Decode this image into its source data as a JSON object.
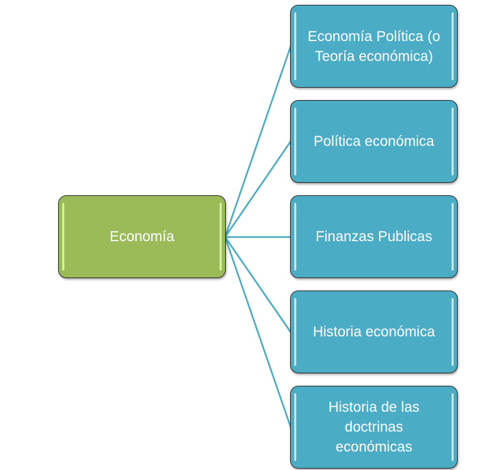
{
  "diagram": {
    "type": "horizontal hierarchy",
    "root": {
      "label": "Economía",
      "color": "#9bbb59"
    },
    "connector_color": "#4bacc6",
    "children": [
      {
        "label": "Economía Política (o Teoría económica)",
        "color": "#4bacc6"
      },
      {
        "label": "Política económica",
        "color": "#4bacc6"
      },
      {
        "label": "Finanzas Publicas",
        "color": "#4bacc6"
      },
      {
        "label": "Historia económica",
        "color": "#4bacc6"
      },
      {
        "label": "Historia de las doctrinas económicas",
        "color": "#4bacc6"
      }
    ]
  }
}
